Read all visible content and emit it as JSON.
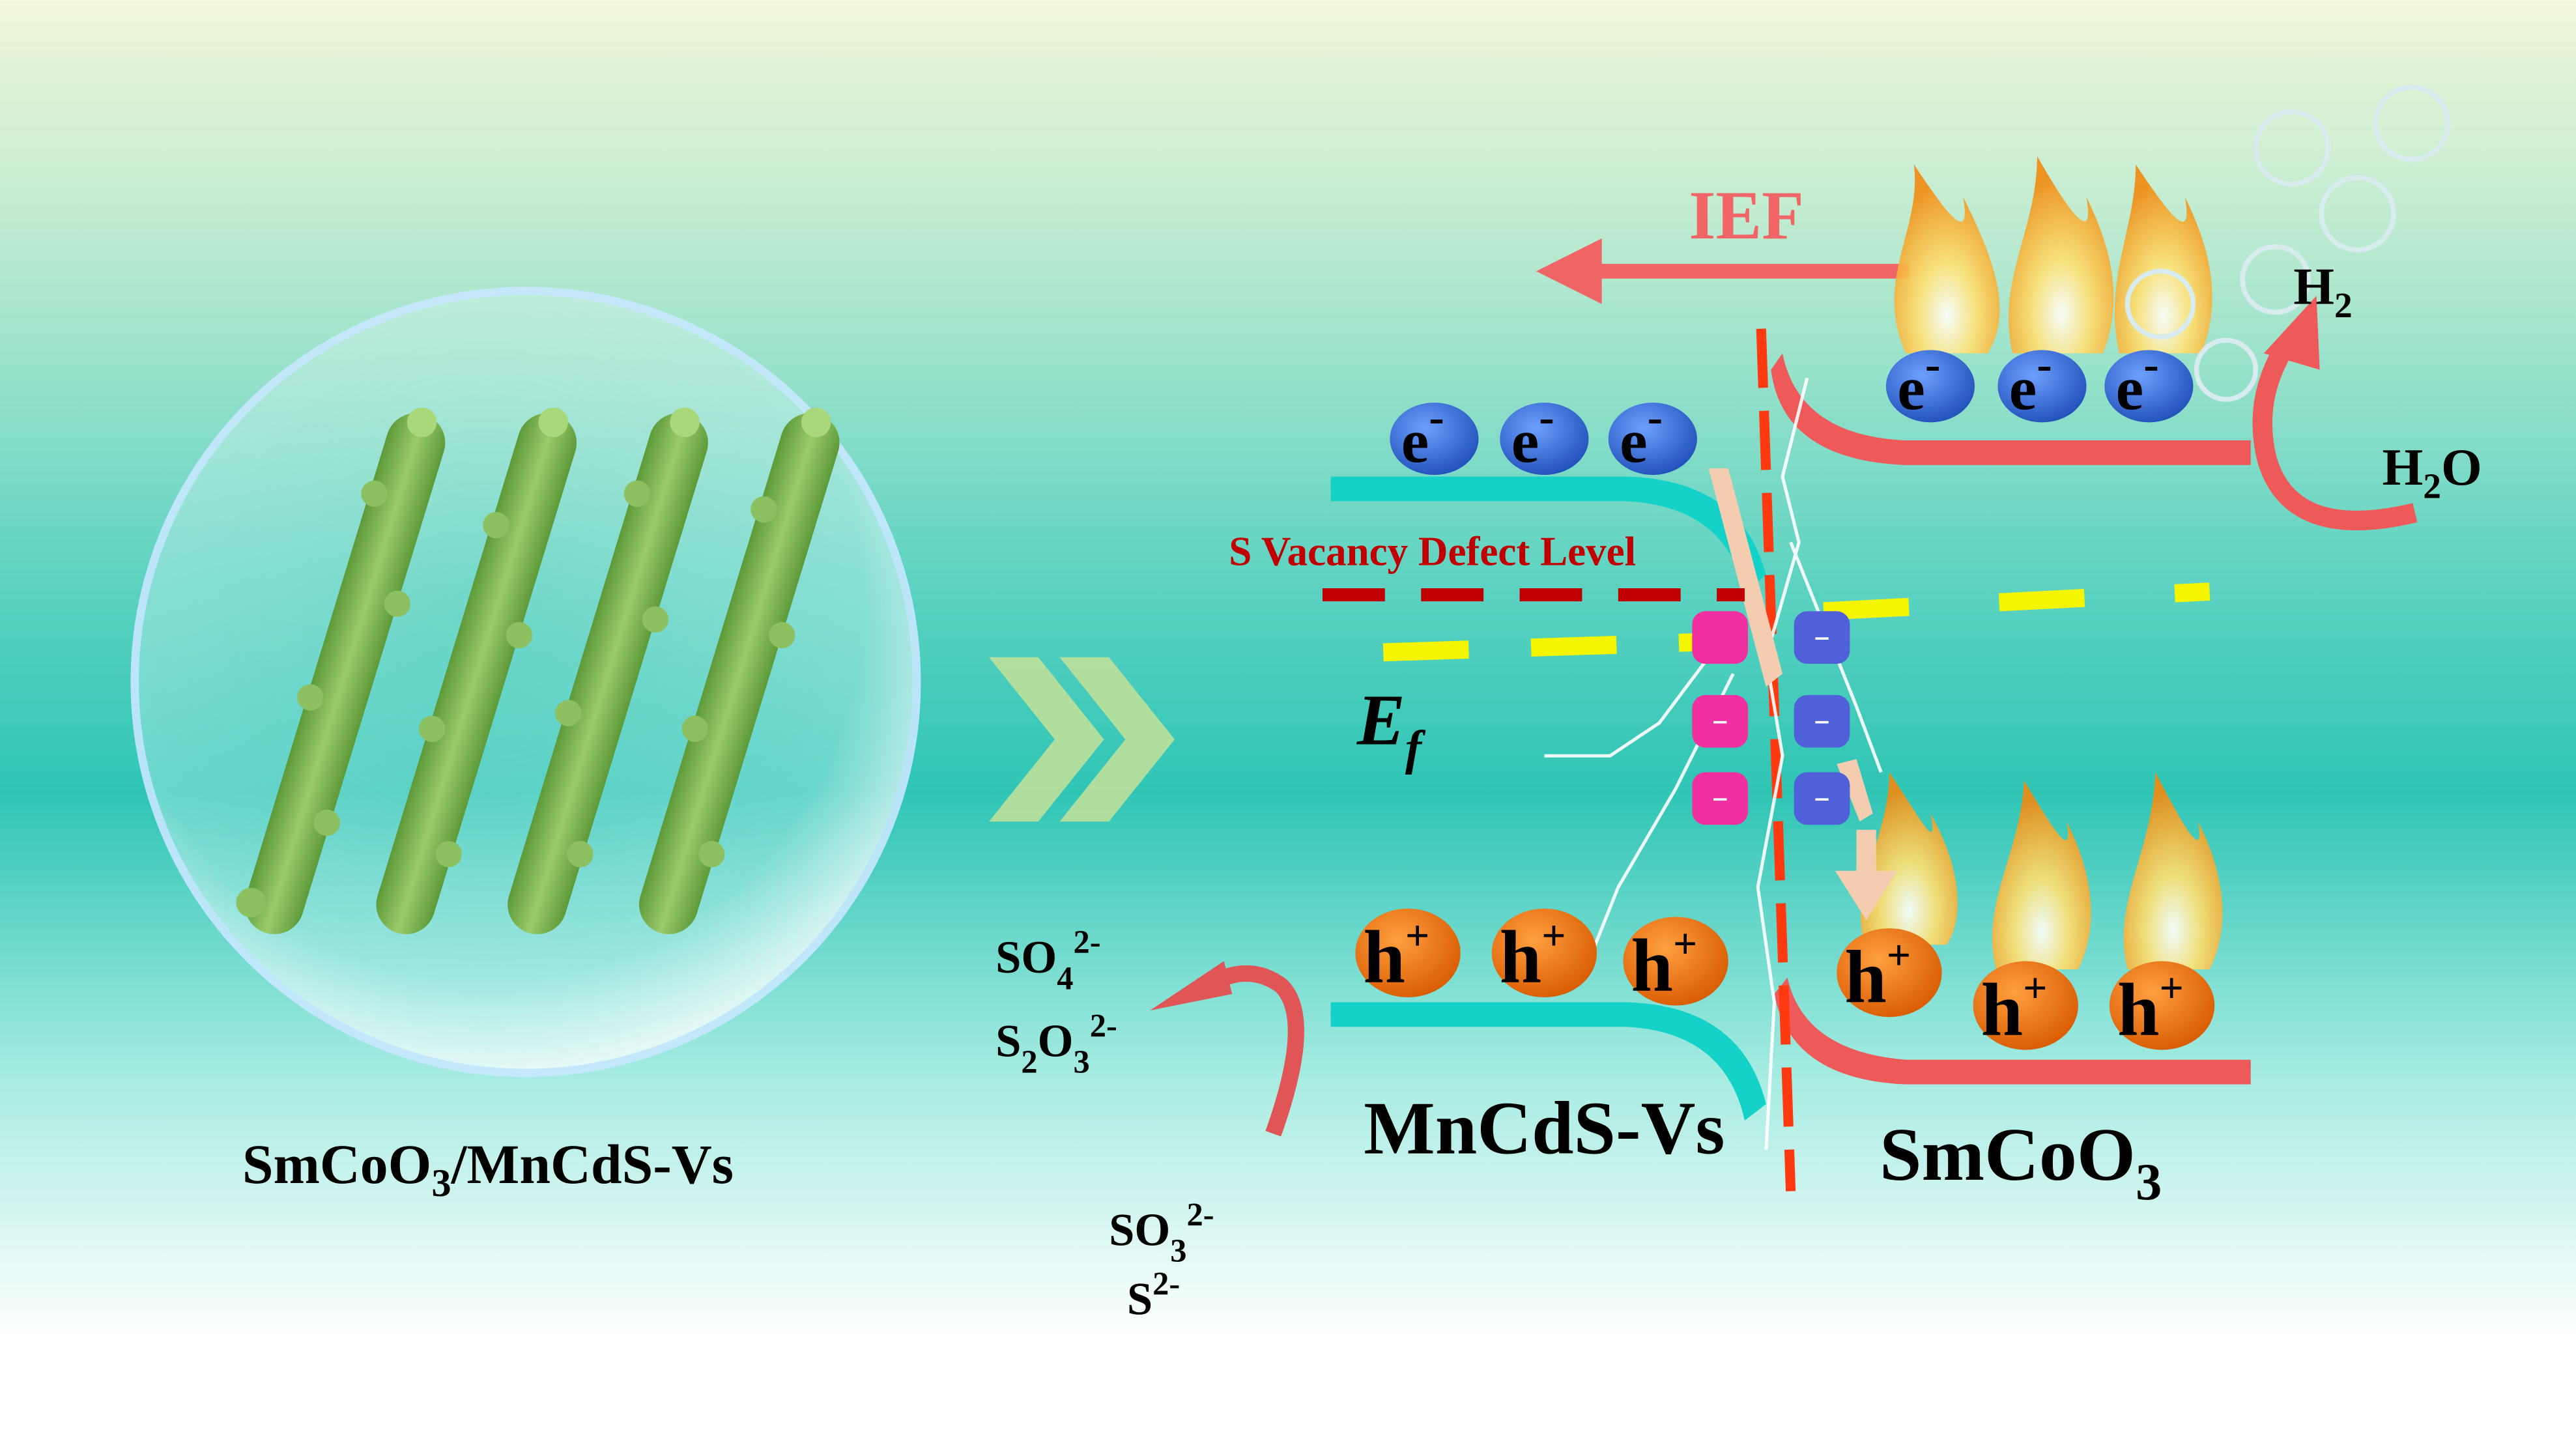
{
  "composite_label": {
    "a": "SmCoO",
    "sub": "3",
    "b": "/MnCdS-Vs"
  },
  "ief_label": "IEF",
  "defect_label": "S Vacancy Defect Level",
  "fermi_label": {
    "main": "E",
    "sub": "f"
  },
  "electron_label": {
    "main": "e",
    "sup": "-"
  },
  "hole_label": {
    "main": "h",
    "sup": "+"
  },
  "charge_minus": "–",
  "mncds_label": "MnCdS-Vs",
  "smcoo3_label": {
    "main": "SmCoO",
    "sub": "3"
  },
  "h2_label": {
    "main": "H",
    "sub": "2"
  },
  "h2o_label": {
    "a": "H",
    "sub": "2",
    "b": "O"
  },
  "products": {
    "so4": {
      "main": "SO",
      "sub": "4",
      "sup": "2-"
    },
    "s2o3": {
      "a": "S",
      "sub1": "2",
      "b": "O",
      "sub2": "3",
      "sup": "2-"
    }
  },
  "reactants": {
    "so3": {
      "main": "SO",
      "sub": "3",
      "sup": "2-"
    },
    "s": {
      "main": "S",
      "sup": "2-"
    }
  },
  "colors": {
    "ief_arrow": "#f06666",
    "mncds_band": "#14d2c8",
    "smcoo3_band": "#ee5a5a",
    "defect_level": "#c00000",
    "fermi_level": "#f5f500",
    "electron": "#3a6fd6",
    "hole": "#f07010",
    "interface_line": "#ff3a10"
  }
}
